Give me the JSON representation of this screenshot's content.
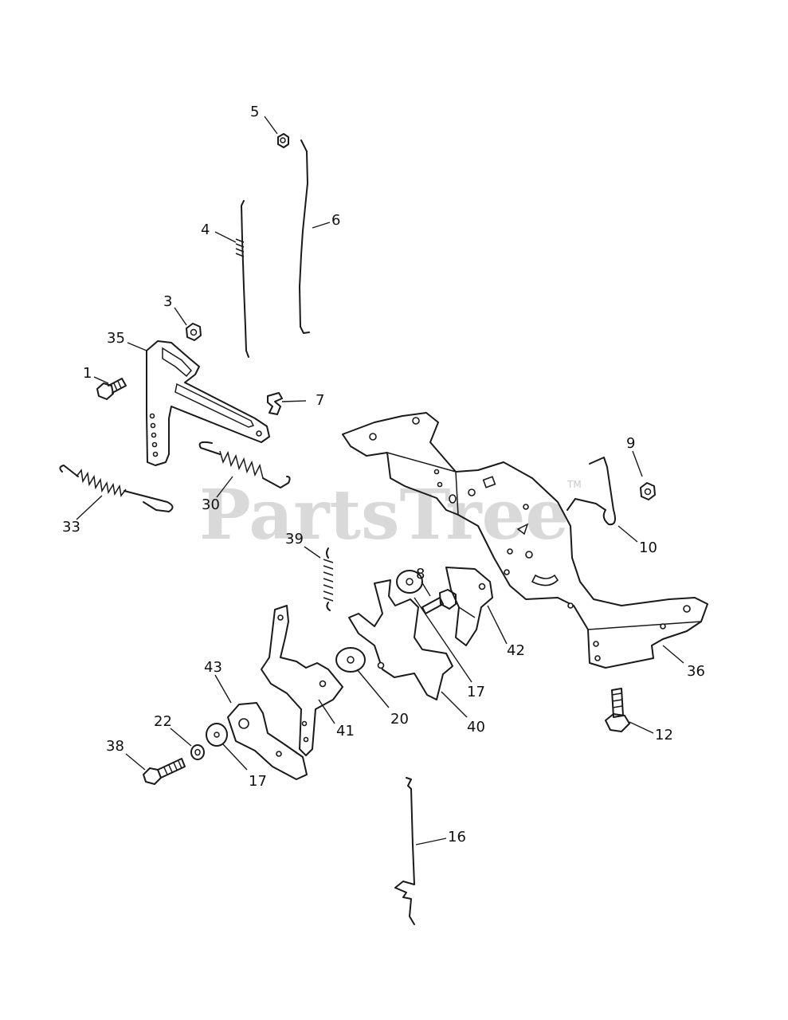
{
  "watermark": {
    "text": "PartsTree",
    "trademark": "TM",
    "color": "#d9d9d9"
  },
  "callouts": [
    {
      "id": "c5",
      "label": "5"
    },
    {
      "id": "c6",
      "label": "6"
    },
    {
      "id": "c4",
      "label": "4"
    },
    {
      "id": "c3",
      "label": "3"
    },
    {
      "id": "c35",
      "label": "35"
    },
    {
      "id": "c1",
      "label": "1"
    },
    {
      "id": "c7",
      "label": "7"
    },
    {
      "id": "c9",
      "label": "9"
    },
    {
      "id": "c10",
      "label": "10"
    },
    {
      "id": "c33",
      "label": "33"
    },
    {
      "id": "c30",
      "label": "30"
    },
    {
      "id": "c39",
      "label": "39"
    },
    {
      "id": "c8",
      "label": "8"
    },
    {
      "id": "c42",
      "label": "42"
    },
    {
      "id": "c36",
      "label": "36"
    },
    {
      "id": "c43",
      "label": "43"
    },
    {
      "id": "c17a",
      "label": "17"
    },
    {
      "id": "c20",
      "label": "20"
    },
    {
      "id": "c40",
      "label": "40"
    },
    {
      "id": "c41",
      "label": "41"
    },
    {
      "id": "c22",
      "label": "22"
    },
    {
      "id": "c38",
      "label": "38"
    },
    {
      "id": "c17b",
      "label": "17"
    },
    {
      "id": "c12",
      "label": "12"
    },
    {
      "id": "c16",
      "label": "16"
    }
  ]
}
